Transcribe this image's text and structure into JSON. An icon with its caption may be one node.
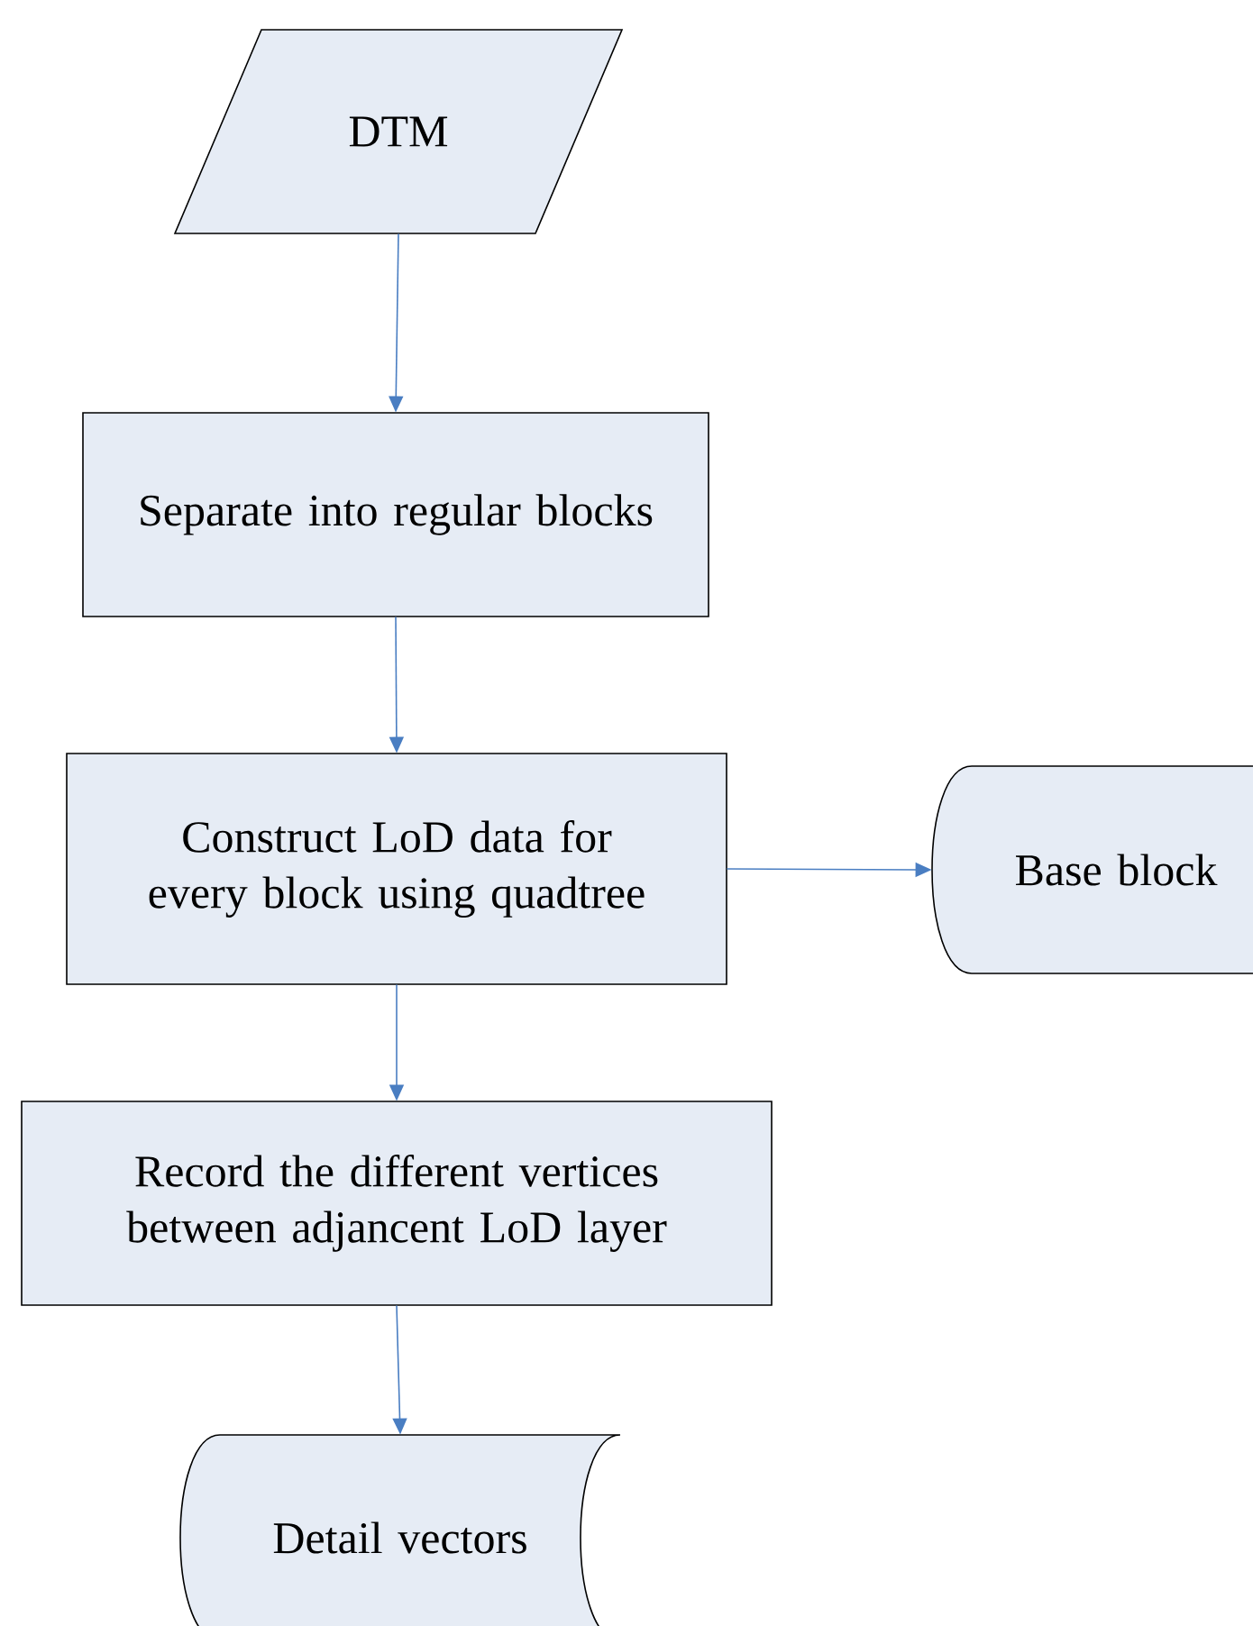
{
  "diagram": {
    "nodes": [
      {
        "text": [
          "DTM"
        ]
      },
      {
        "text": [
          "Separate into regular blocks"
        ]
      },
      {
        "text": [
          "Construct LoD data for every block using quadtree"
        ]
      },
      {
        "text": [
          "Base block"
        ]
      },
      {
        "text": [
          "Record the different vertices between adjancent LoD layer"
        ]
      },
      {
        "text": [
          "Detail vectors"
        ]
      }
    ],
    "edges": [
      {
        "from": 0,
        "to": 1,
        "arrow": "to"
      },
      {
        "from": 1,
        "to": 2,
        "arrow": "to"
      },
      {
        "from": 2,
        "to": 3,
        "arrow": "to"
      },
      {
        "from": 2,
        "to": 4,
        "arrow": "to"
      },
      {
        "from": 4,
        "to": 5,
        "arrow": "to"
      }
    ]
  }
}
